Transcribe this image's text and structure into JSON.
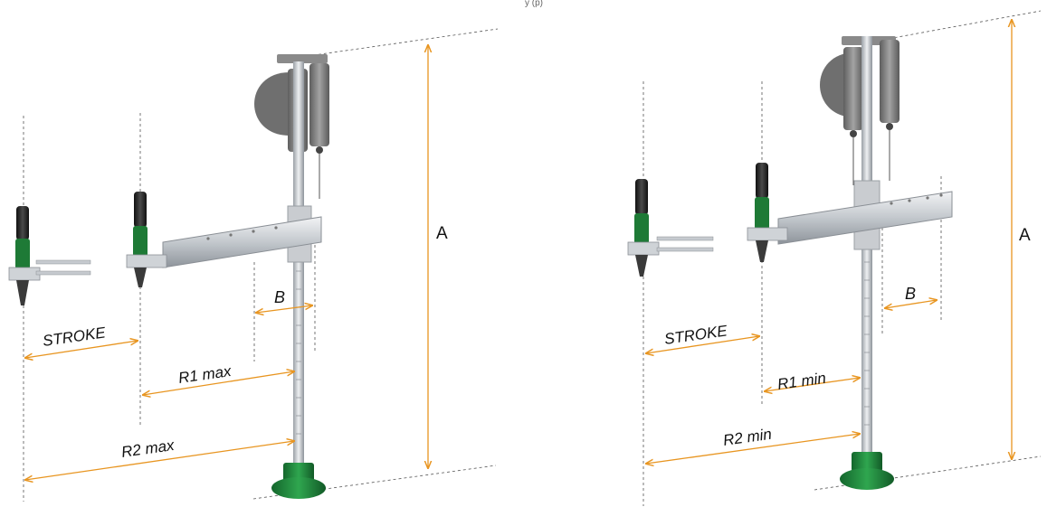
{
  "header": {
    "caption_fragment": "y  (p)"
  },
  "diagram_left": {
    "height_label": "A",
    "b_label": "B",
    "stroke_label": "STROKE",
    "r1_label": "R1 max",
    "r2_label": "R2 max"
  },
  "diagram_right": {
    "height_label": "A",
    "b_label": "B",
    "stroke_label": "STROKE",
    "r1_label": "R1 min",
    "r2_label": "R2 min"
  },
  "colors": {
    "dimension": "#e89520",
    "guide": "#555555",
    "pole": "#c8ccd0",
    "arm": "#d0d4d8",
    "base": "#1f8a3c",
    "tool_dark": "#2b2b2b",
    "tool_green": "#1e7a36",
    "balancer": "#7a7a7a"
  }
}
